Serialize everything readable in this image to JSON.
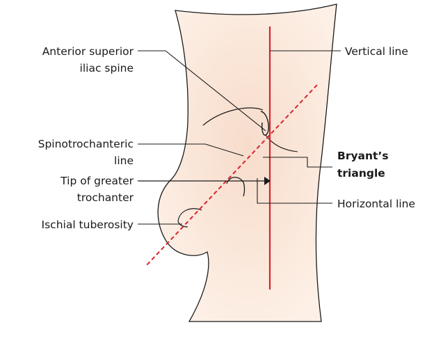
{
  "labels": {
    "asis_line1": "Anterior superior",
    "asis_line2": "iliac spine",
    "spino_line1": "Spinotrochanteric",
    "spino_line2": "line",
    "tip_line1": "Tip of greater",
    "tip_line2": "trochanter",
    "ischial": "Ischial tuberosity",
    "vertical": "Vertical line",
    "bryant_line1": "Bryant’s",
    "bryant_line2": "triangle",
    "horizontal": "Horizontal line"
  },
  "colors": {
    "skin_fill": "#fbe9dc",
    "skin_outline": "#1a1a1a",
    "red_line": "#d9232d",
    "leader_line": "#1a1a1a"
  }
}
